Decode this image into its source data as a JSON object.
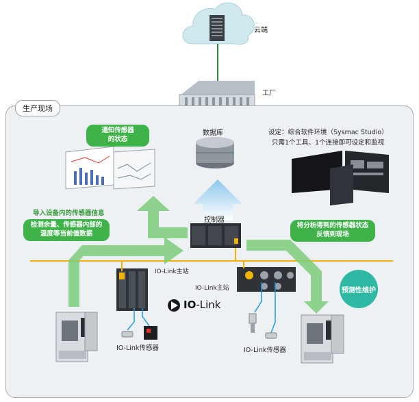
{
  "labels": {
    "cloud": "云端",
    "factory": "工厂",
    "production_site": "生产现场",
    "database": "数据库",
    "controller": "控制器",
    "settings_line1": "设定：综合软件环境（Sysmac Studio）",
    "settings_line2": "只需1个工具、1个连接即可设定和监视",
    "notify_line1": "通知传感器",
    "notify_line2": "的状态",
    "import_info": "导入设备内的传感器信息",
    "detect_line1": "检测余量、传感器内部的",
    "detect_line2": "温度等当前值数据",
    "feedback_line1": "将分析得到的传感器状态",
    "feedback_line2": "反馈到现场",
    "predictive": "预测性维护",
    "master_left": "IO-Link主站",
    "master_right": "IO-Link主站",
    "sensor_left": "IO-Link传感器",
    "sensor_right": "IO-Link传感器",
    "logo_bold": "IO",
    "logo_rest": "-Link"
  },
  "colors": {
    "green": "#3fb24a",
    "teal": "#2fb9a4",
    "network_line": "#f0b400",
    "arrow_blue": "#a8d4ef"
  }
}
